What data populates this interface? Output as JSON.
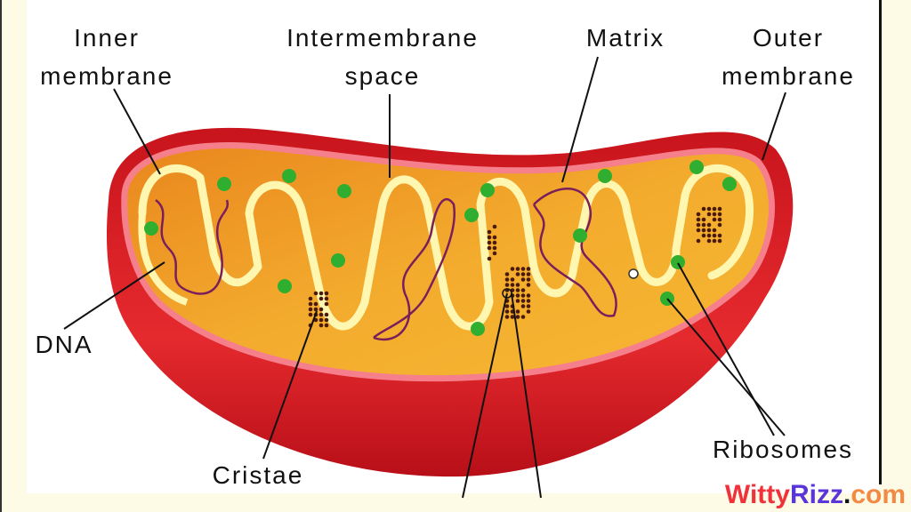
{
  "labels": {
    "inner_membrane": [
      "Inner",
      "membrane"
    ],
    "intermembrane_space": [
      "Intermembrane",
      "space"
    ],
    "matrix": "Matrix",
    "outer_membrane": [
      "Outer",
      "membrane"
    ],
    "dna": "DNA",
    "cristae": "Cristae",
    "ribosomes": "Ribosomes"
  },
  "watermark": {
    "part1": "Witty",
    "part2": "Rizz",
    "part3": ".",
    "part4": "com"
  },
  "colors": {
    "outer": "#e0232b",
    "rim": "#f07a86",
    "matrix": "#f2a82a",
    "cristae": "#fff6b0",
    "ribosome": "#2fae2f",
    "dna": "#7a1f5c",
    "granules": "#4a1a0e"
  }
}
